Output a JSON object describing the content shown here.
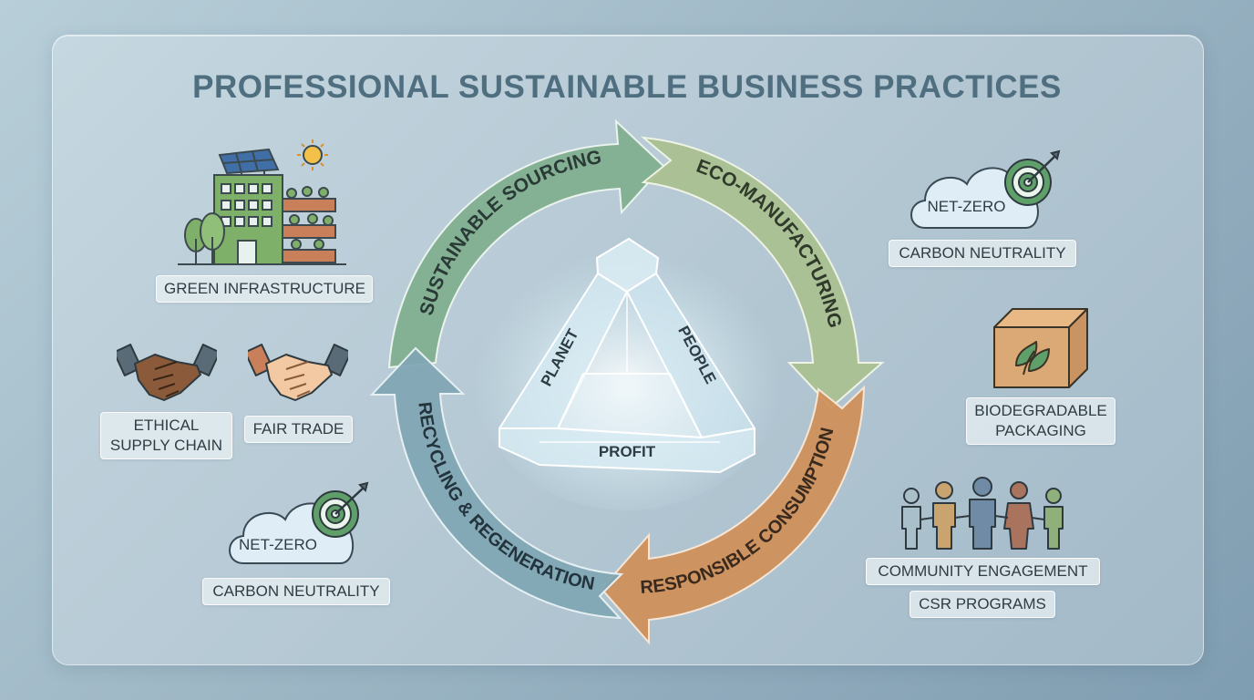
{
  "title": "PROFESSIONAL SUSTAINABLE BUSINESS PRACTICES",
  "cycle": {
    "sourcing": "SUSTAINABLE SOURCING",
    "manufacturing": "ECO-MANUFACTURING",
    "consumption": "RESPONSIBLE CONSUMPTION",
    "recycling": "RECYCLING & REGENERATION"
  },
  "triangle": {
    "planet": "PLANET",
    "people": "PEOPLE",
    "profit": "PROFIT"
  },
  "left": {
    "green_infrastructure": "GREEN INFRASTRUCTURE",
    "ethical_line1": "ETHICAL",
    "ethical_line2": "SUPPLY CHAIN",
    "fair_trade": "FAIR TRADE",
    "net_zero": "NET-ZERO",
    "carbon_neutrality": "CARBON NEUTRALITY"
  },
  "right": {
    "net_zero": "NET-ZERO",
    "carbon_neutrality": "CARBON NEUTRALITY",
    "biodegradable_line1": "BIODEGRADABLE",
    "biodegradable_line2": "PACKAGING",
    "community_engagement": "COMMUNITY ENGAGEMENT",
    "csr_programs": "CSR PROGRAMS"
  },
  "colors": {
    "sourcing": "#7fae8e",
    "manufacturing": "#a9bf8f",
    "consumption": "#cf8f58",
    "recycling": "#7fa5b3",
    "title": "#4f6f80"
  }
}
